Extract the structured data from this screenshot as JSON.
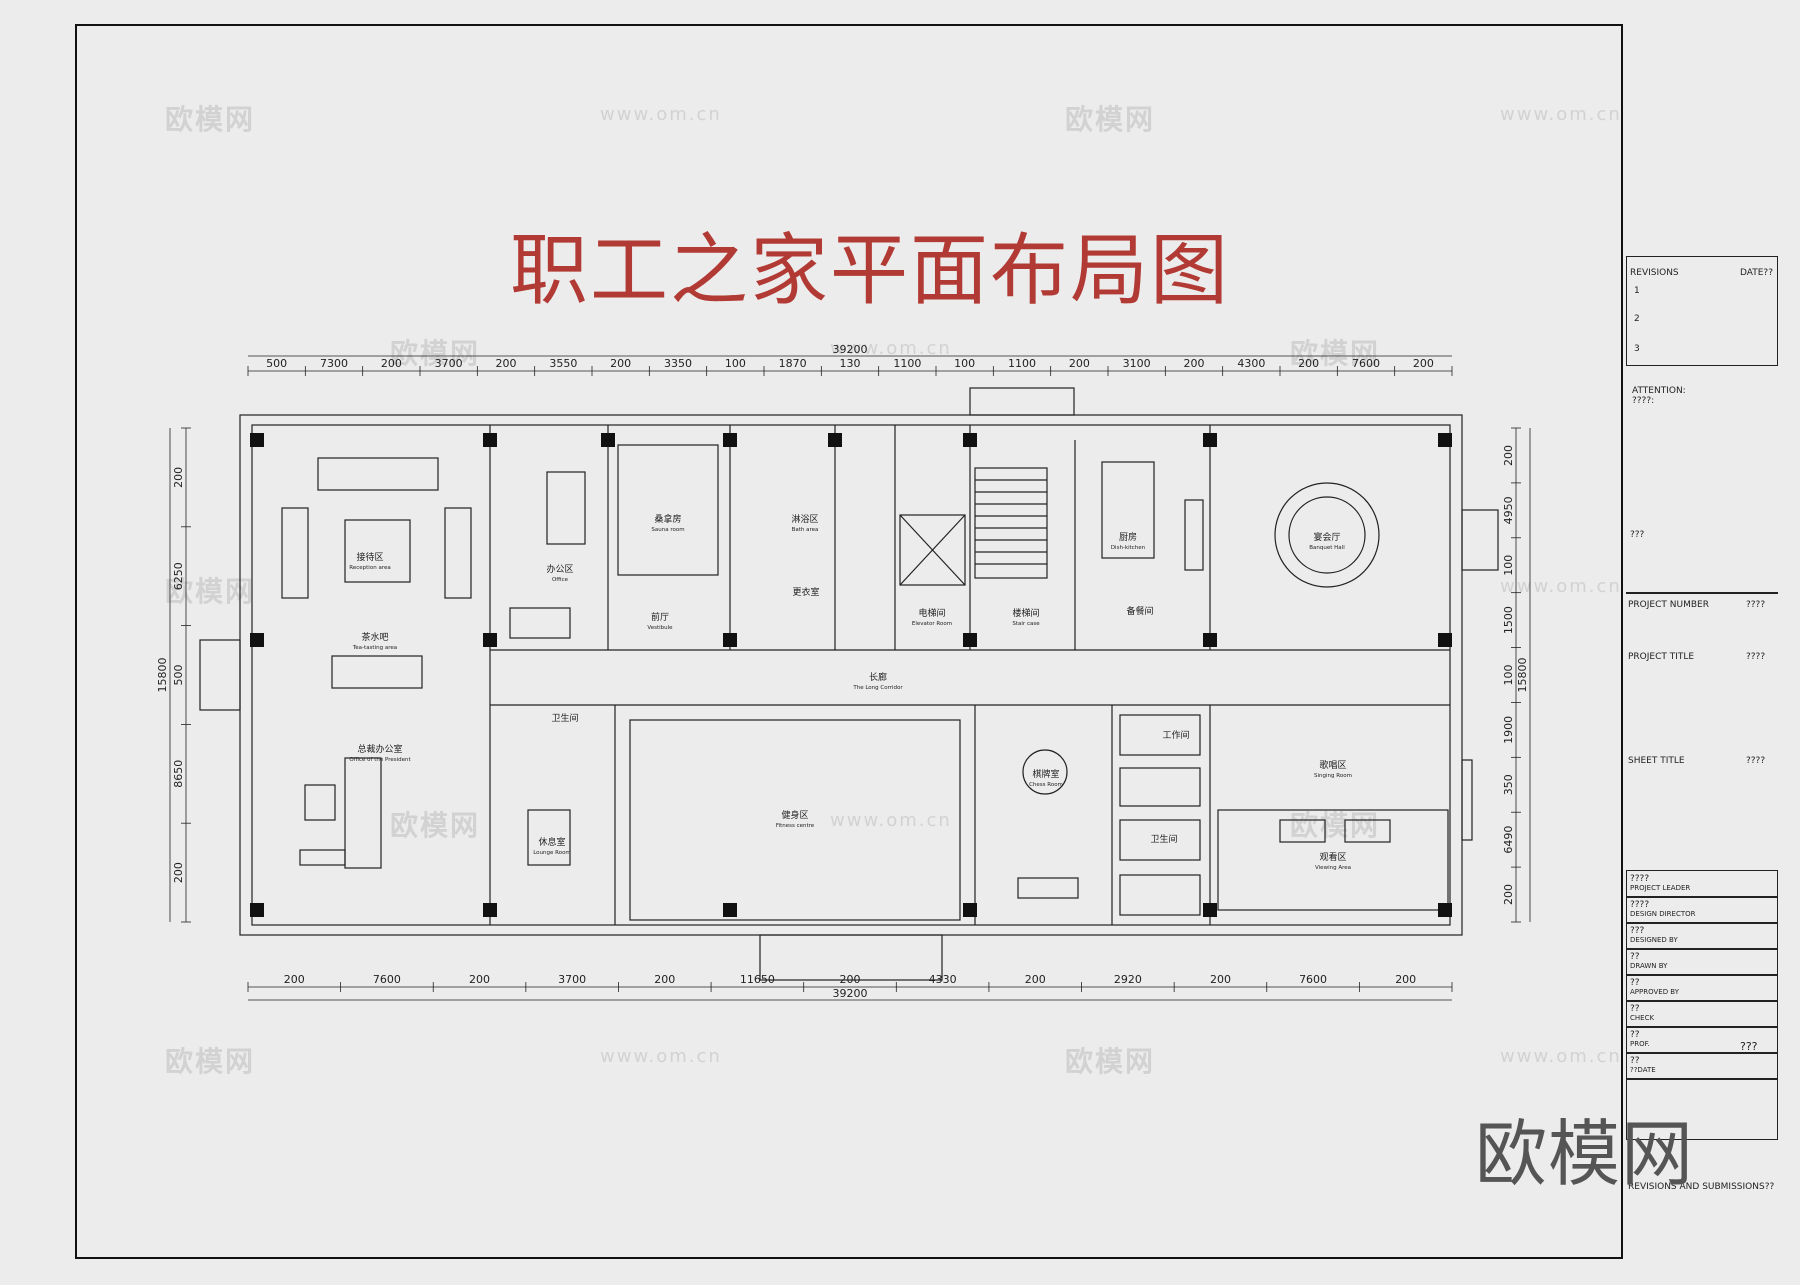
{
  "title": "职工之家平面布局图",
  "watermarks": {
    "brand": "欧模网",
    "url": "www.om.cn"
  },
  "logo_text": "欧模网",
  "dims": {
    "top_total": "39200",
    "top": [
      "500",
      "7300",
      "200",
      "3700",
      "200",
      "3550",
      "200",
      "3350",
      "100",
      "1870",
      "130",
      "1100",
      "100",
      "1100",
      "200",
      "3100",
      "200",
      "4300",
      "200",
      "7600",
      "200"
    ],
    "bottom_total": "39200",
    "bottom": [
      "200",
      "7600",
      "200",
      "3700",
      "200",
      "11650",
      "200",
      "4330",
      "200",
      "2920",
      "200",
      "7600",
      "200"
    ],
    "left_total": "15800",
    "left": [
      "200",
      "6250",
      "500",
      "8650",
      "200"
    ],
    "right_total": "15800",
    "right": [
      "200",
      "4950",
      "100",
      "1500",
      "100",
      "1900",
      "350",
      "6490",
      "200"
    ]
  },
  "rooms": [
    {
      "cn": "接待区",
      "en": "Reception area"
    },
    {
      "cn": "茶水吧",
      "en": "Tea-tasting area"
    },
    {
      "cn": "总裁办公室",
      "en": "Office of the President"
    },
    {
      "cn": "办公区",
      "en": "Office"
    },
    {
      "cn": "桑拿房",
      "en": "Sauna room"
    },
    {
      "cn": "前厅",
      "en": "Vestibule"
    },
    {
      "cn": "淋浴区",
      "en": "Bath area"
    },
    {
      "cn": "更衣室",
      "en": ""
    },
    {
      "cn": "电梯间",
      "en": "Elevator Room"
    },
    {
      "cn": "楼梯间",
      "en": "Stair case"
    },
    {
      "cn": "厨房",
      "en": "Dish-kitchen"
    },
    {
      "cn": "备餐间",
      "en": ""
    },
    {
      "cn": "宴会厅",
      "en": "Banquet Hall"
    },
    {
      "cn": "长廊",
      "en": "The Long Corridor"
    },
    {
      "cn": "卫生间",
      "en": ""
    },
    {
      "cn": "休息室",
      "en": "Lounge Room"
    },
    {
      "cn": "健身区",
      "en": "Fitness centre"
    },
    {
      "cn": "棋牌室",
      "en": "Chess Room"
    },
    {
      "cn": "工作间",
      "en": ""
    },
    {
      "cn": "卫生间",
      "en": ""
    },
    {
      "cn": "歌唱区",
      "en": "Singing Room"
    },
    {
      "cn": "观看区",
      "en": "Viewing Area"
    }
  ],
  "title_block": {
    "revisions": "REVISIONS",
    "date": "DATE??",
    "rev_marks": [
      "1",
      "2",
      "3"
    ],
    "attention": "ATTENTION:",
    "attention_text": "????:",
    "note": "???",
    "project_number": "PROJECT NUMBER",
    "project_number_val": "????",
    "project_title": "PROJECT TITLE",
    "project_title_val": "????",
    "sheet_title": "SHEET TITLE",
    "sheet_title_val": "????",
    "signoffs": [
      {
        "val": "????",
        "label": "PROJECT LEADER"
      },
      {
        "val": "????",
        "label": "DESIGN DIRECTOR"
      },
      {
        "val": "???",
        "label": "DESIGNED BY"
      },
      {
        "val": "??",
        "label": "DRAWN BY"
      },
      {
        "val": "??",
        "label": "APPROVED BY"
      },
      {
        "val": "??",
        "label": "CHECK"
      },
      {
        "val": "??",
        "label": "PROF."
      },
      {
        "val": "??",
        "label": "??DATE"
      }
    ],
    "prof_val": "???",
    "footer": "REVISIONS AND SUBMISSIONS??"
  }
}
